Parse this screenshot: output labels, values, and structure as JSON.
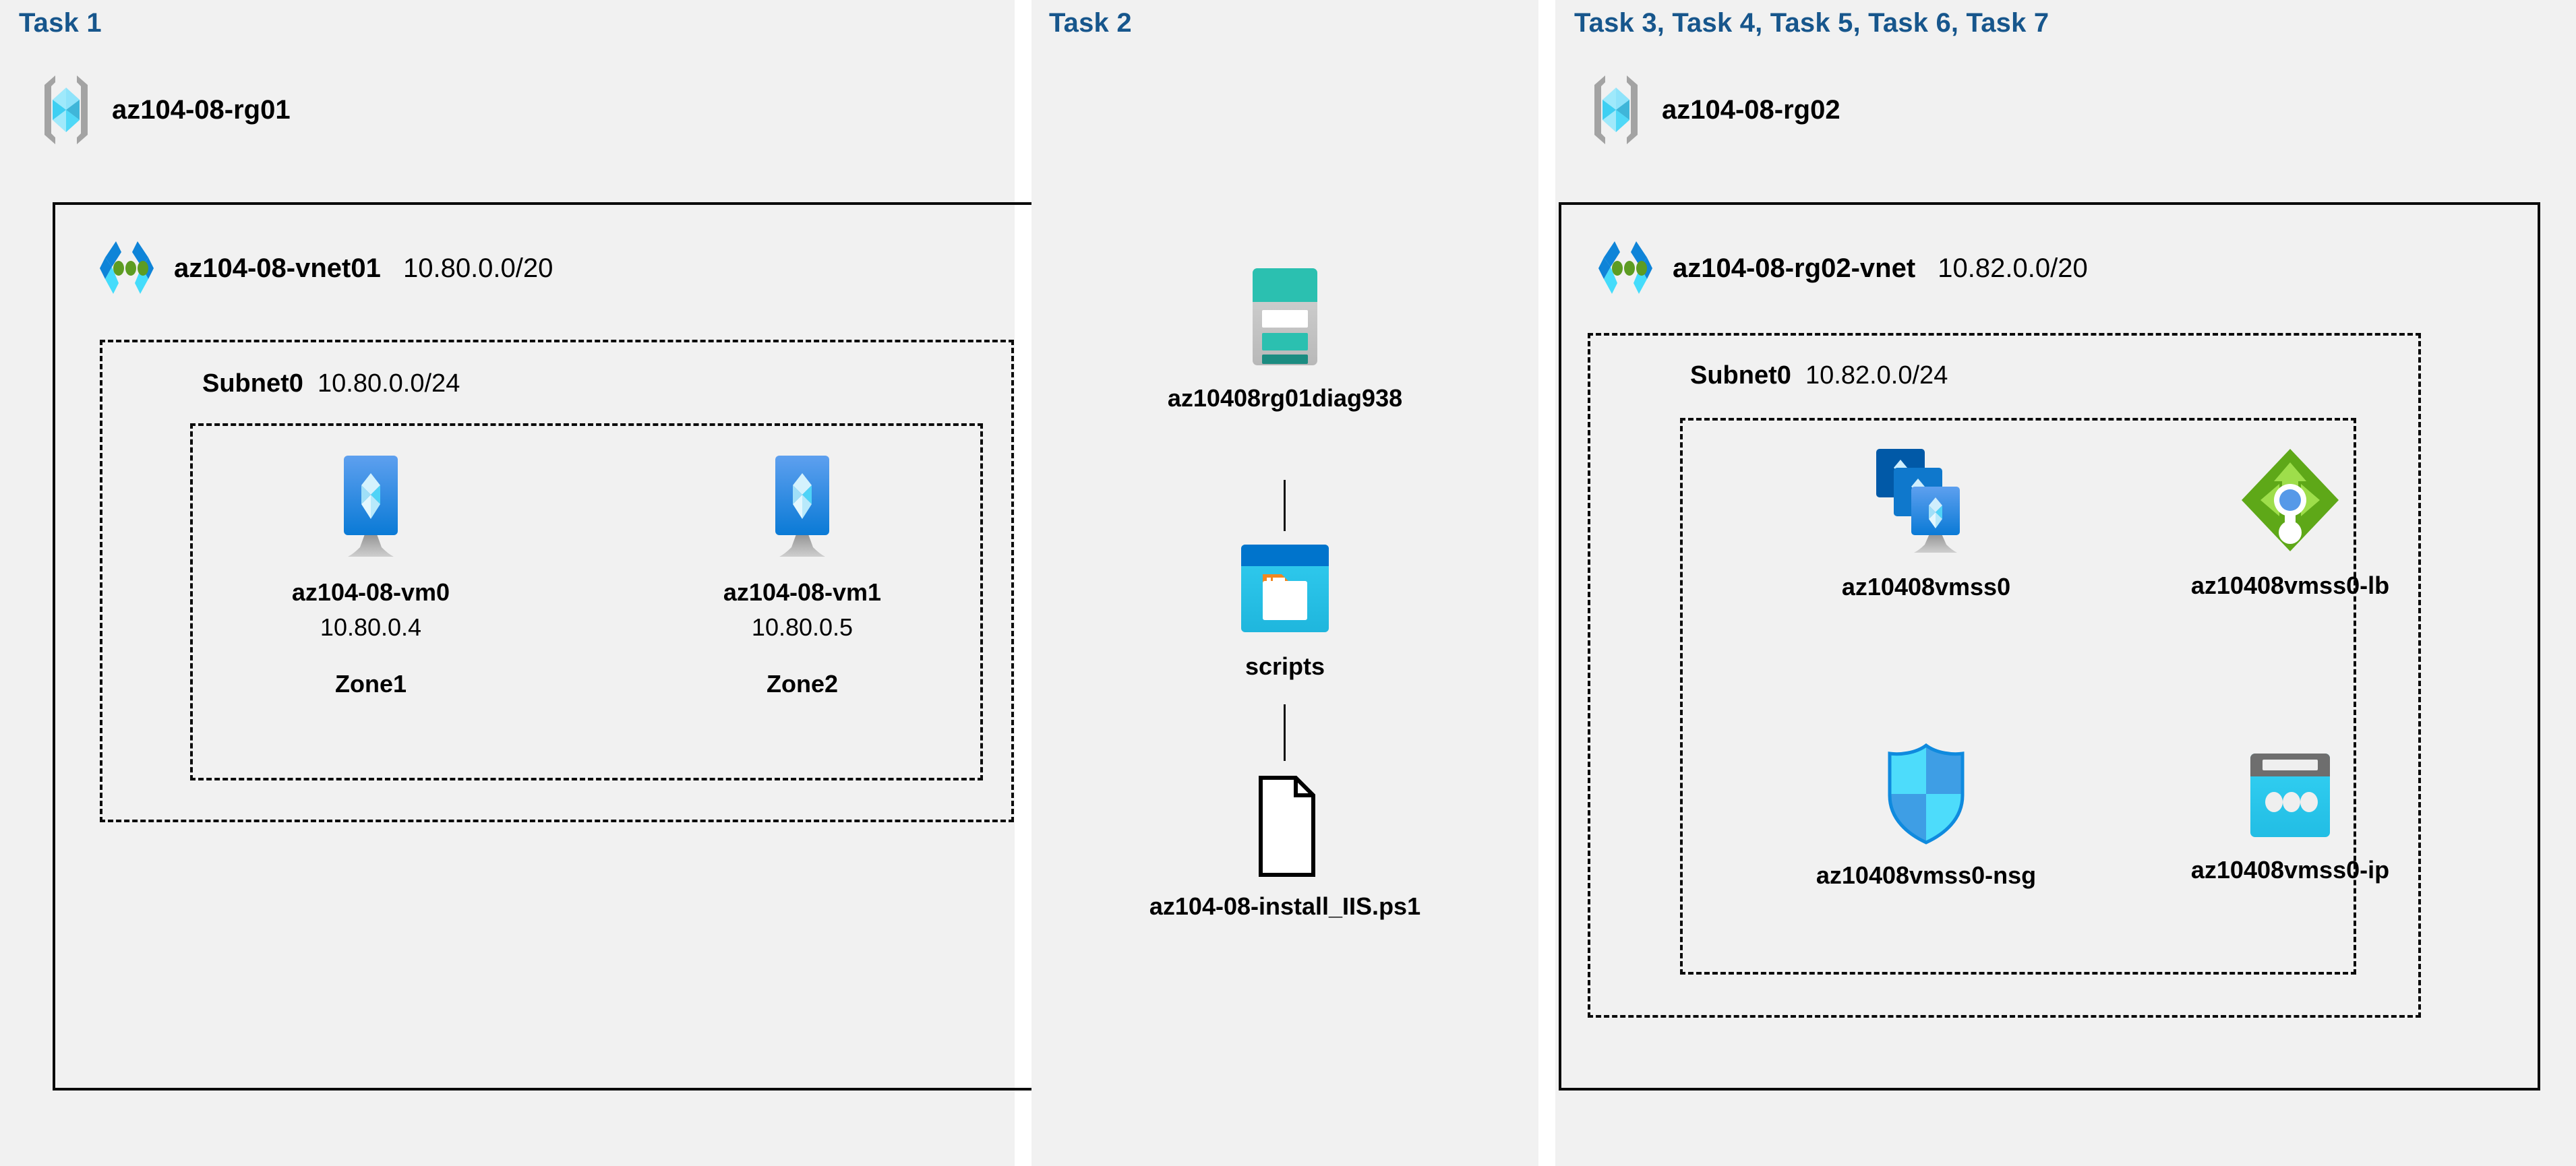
{
  "panels": [
    {
      "title": "Task 1",
      "resource_group": {
        "icon": "resource-group-icon",
        "name": "az104-08-rg01"
      },
      "vnet": {
        "icon": "virtual-network-icon",
        "name": "az104-08-vnet01",
        "cidr": "10.80.0.0/20"
      },
      "subnet": {
        "name": "Subnet0",
        "cidr": "10.80.0.0/24"
      },
      "vms": [
        {
          "icon": "virtual-machine-icon",
          "name": "az104-08-vm0",
          "ip": "10.80.0.4",
          "zone": "Zone1"
        },
        {
          "icon": "virtual-machine-icon",
          "name": "az104-08-vm1",
          "ip": "10.80.0.5",
          "zone": "Zone2"
        }
      ]
    },
    {
      "title": "Task 2",
      "nodes": [
        {
          "icon": "storage-account-icon",
          "name": "az10408rg01diag938"
        },
        {
          "icon": "blob-container-icon",
          "name": "scripts"
        },
        {
          "icon": "script-file-icon",
          "name": "az104-08-install_IIS.ps1"
        }
      ]
    },
    {
      "title": "Task 3, Task 4, Task 5, Task 6, Task 7",
      "resource_group": {
        "icon": "resource-group-icon",
        "name": "az104-08-rg02"
      },
      "vnet": {
        "icon": "virtual-network-icon",
        "name": "az104-08-rg02-vnet",
        "cidr": "10.82.0.0/20"
      },
      "subnet": {
        "name": "Subnet0",
        "cidr": "10.82.0.0/24"
      },
      "resources": [
        {
          "icon": "vm-scale-set-icon",
          "name": "az10408vmss0"
        },
        {
          "icon": "load-balancer-icon",
          "name": "az10408vmss0-lb"
        },
        {
          "icon": "network-security-group-icon",
          "name": "az10408vmss0-nsg"
        },
        {
          "icon": "public-ip-address-icon",
          "name": "az10408vmss0-ip"
        }
      ]
    }
  ],
  "colors": {
    "panel_background": "#f1f1f1",
    "page_background": "#ffffff",
    "task_title": "#17568c",
    "border": "#0b0b0b",
    "azure_blue": "#0078d4",
    "cyan": "#32c8f0",
    "teal": "#2bb3a5",
    "green": "#5ea818",
    "grey": "#9e9e9e",
    "orange": "#f2871f"
  }
}
